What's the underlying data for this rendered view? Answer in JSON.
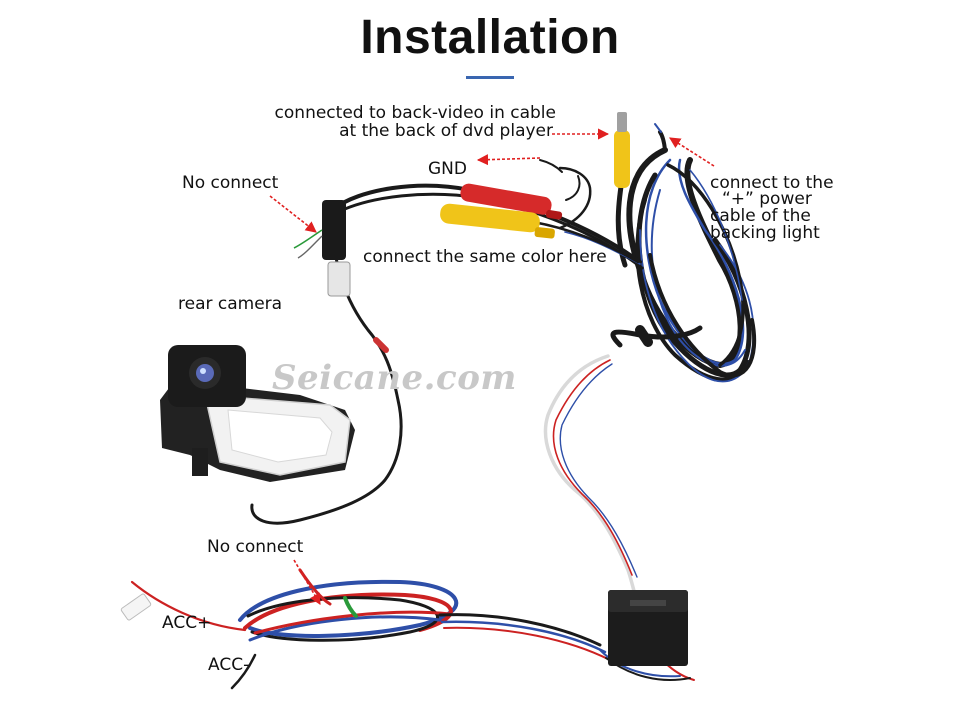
{
  "title": "Installation",
  "labels": {
    "back_video_line1": "connected to back-video in cable",
    "back_video_line2": "at the back of dvd player",
    "gnd": "GND",
    "no_connect_top": "No connect",
    "same_color": "connect the same color here",
    "power_line1": "connect to the",
    "power_line2": "“+” power",
    "power_line3": "cable of the",
    "power_line4": "backing light",
    "rear_camera": "rear camera",
    "no_connect_bottom": "No connect",
    "acc_plus": "ACC+",
    "acc_minus": "ACC-"
  },
  "watermark": "Seicane.com",
  "colors": {
    "arrow": "#e02020",
    "cable_black": "#1a1a1a",
    "cable_blue": "#2e4fa8",
    "cable_red": "#cc2222",
    "rca_yellow": "#f0c419",
    "rca_red": "#d62a2a",
    "title_rule": "#3a66b0"
  }
}
